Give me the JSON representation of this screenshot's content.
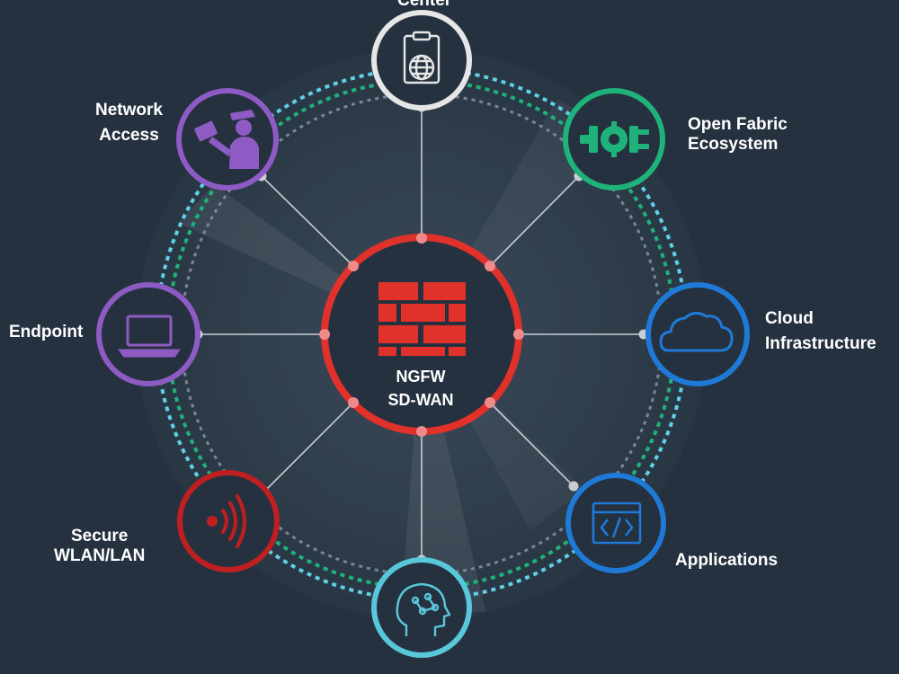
{
  "center": {
    "line1": "NGFW",
    "line2": "SD-WAN",
    "icon": "firewall-brick-icon",
    "color": "#e0312b"
  },
  "nodes": {
    "top": {
      "label": "Center",
      "icon": "clipboard-globe-icon",
      "color": "#e6e6e6"
    },
    "top_right": {
      "line1": "Open Fabric",
      "line2": "Ecosystem",
      "icon": "plug-gear-icon",
      "color": "#1fb27a"
    },
    "right": {
      "line1": "Cloud",
      "line2": "Infrastructure",
      "icon": "cloud-icon",
      "color": "#1f79d6"
    },
    "bottom_right": {
      "label": "Applications",
      "icon": "code-window-icon",
      "color": "#1f79d6"
    },
    "bottom": {
      "label": "",
      "icon": "ai-head-icon",
      "color": "#58c7da"
    },
    "bottom_left": {
      "line1": "Secure",
      "line2": "WLAN/LAN",
      "icon": "wireless-signal-icon",
      "color": "#c01f22"
    },
    "left": {
      "label": "Endpoint",
      "icon": "laptop-icon",
      "color": "#8e5bc4"
    },
    "top_left": {
      "line1": "Network",
      "line2": "Access",
      "icon": "guard-access-icon",
      "color": "#8e5bc4"
    }
  },
  "rings": {
    "outer_dotted": "#5fd0e6",
    "middle_dotted": "#1fb27a",
    "inner_dotted": "#7b8694"
  }
}
